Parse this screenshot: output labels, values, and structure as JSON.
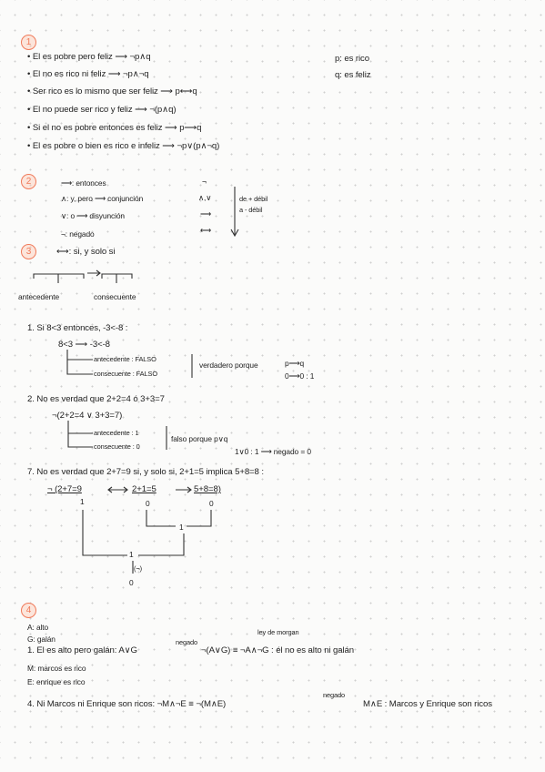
{
  "s1": {
    "num": "1",
    "lines": [
      "• El es pobre pero feliz ⟶ ¬p∧q",
      "• El no es rico ni feliz ⟶ ¬p∧¬q",
      "• Ser rico es lo mismo que ser feliz ⟶ p⟷q",
      "• El no puede ser rico y feliz ⟶ ¬(p∧q)",
      "• Si el no es pobre entonces es feliz ⟶ p⟶q",
      "• El es pobre o bien es rico e infeliz ⟶ ¬p∨(p∧¬q)"
    ],
    "defs": [
      "p: es rico",
      "q: es feliz"
    ]
  },
  "s2": {
    "num": "2",
    "items": [
      "⟶: entonces",
      "∧: y, pero ⟶ conjunción",
      "∨: o ⟶ disyunción",
      "¬: negado"
    ],
    "order": [
      "¬",
      "∧,∨",
      "⟶",
      "⟷"
    ],
    "strength": [
      "de + débil",
      "a - débil"
    ]
  },
  "s3": {
    "num": "3",
    "bicond": "⟷: si, y solo si",
    "ant": "antecedente",
    "cons": "consecuente",
    "ex1": {
      "title": "1. Si 8<3 entonces, -3<-8 :",
      "expr": "8<3 ⟶ -3<-8",
      "ant": "antecedente : FALSO",
      "cons": "consecuente : FALSO",
      "verdict": "verdadero porque",
      "rule1": "p⟶q",
      "rule2": "0⟶0 : 1"
    },
    "ex2": {
      "title": "2. No es verdad que 2+2=4 ó 3+3=7",
      "expr": "¬(2+2=4 ∨ 3+3=7)",
      "ant": "antecedente : 1",
      "cons": "consecuente : 0",
      "verdict": "falso porque p∨q",
      "rule": "1∨0 : 1 ⟶ negado = 0"
    },
    "ex3": {
      "title": "7. No es verdad que 2+7=9 si, y solo si, 2+1=5 implica 5+8=8 :",
      "p1": "¬ (2+7=9",
      "p2": "2+1=5",
      "p3": "5+8=8)",
      "v1": "1",
      "v2": "0",
      "v3": "0",
      "v4": "1",
      "v5": "1",
      "neg": "(¬)",
      "v6": "0"
    }
  },
  "s4": {
    "num": "4",
    "defs": [
      "A: alto",
      "G: galán"
    ],
    "note": "ley de morgan",
    "negado": "negado",
    "l1a": "1. El es alto pero galán: A∨G",
    "l1b": "¬(A∨G) ≡ ¬A∧¬G : él no es alto ni galán",
    "defs2": [
      "M: marcos es rico",
      "E: enrique es rico"
    ],
    "l2a": "4. Ni Marcos ni Enrique son ricos: ¬M∧¬E ≡ ¬(M∧E)",
    "l2b": "M∧E : Marcos y Enrique son ricos"
  }
}
